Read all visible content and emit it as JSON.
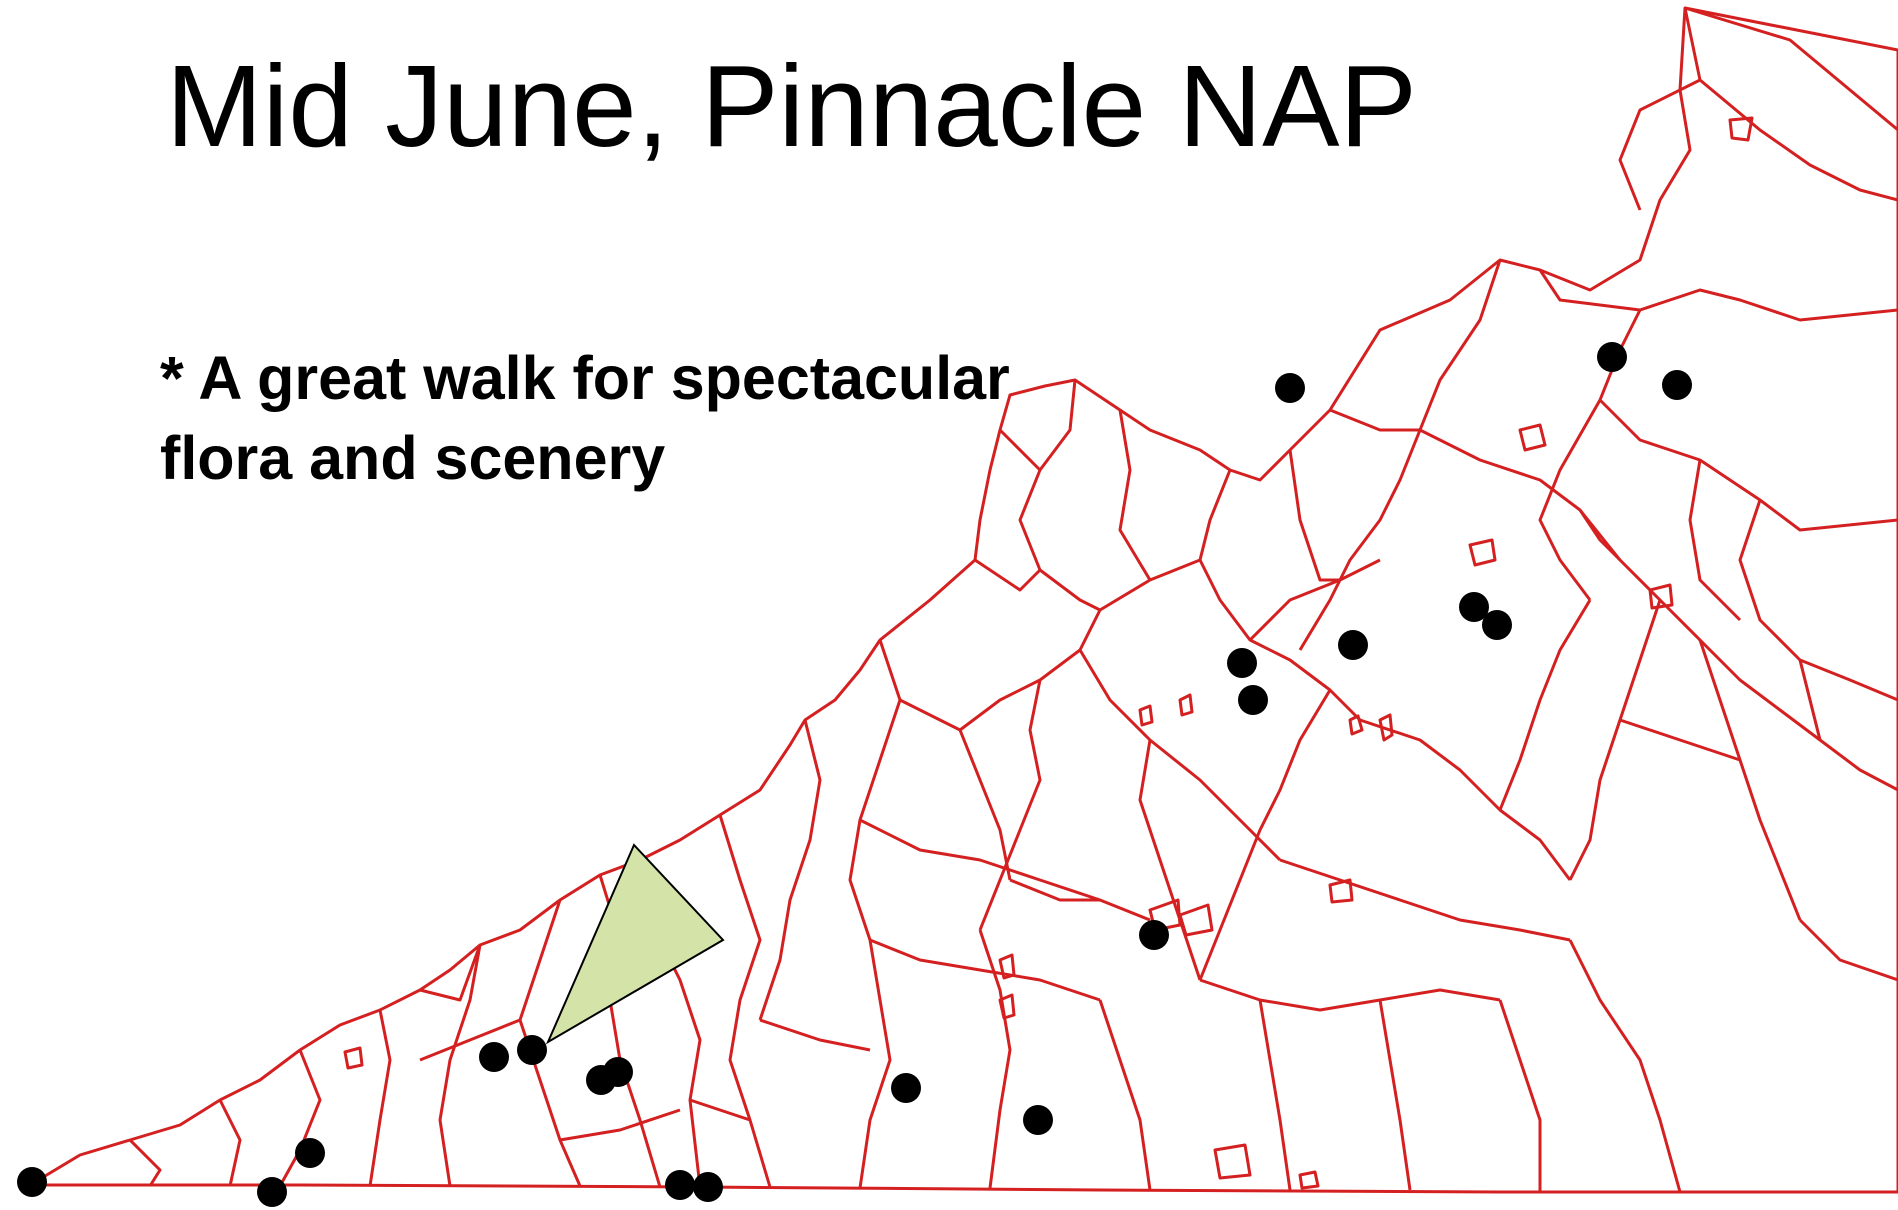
{
  "slide": {
    "title": "Mid June, Pinnacle NAP",
    "bullet_line1": "* A great walk for spectacular",
    "bullet_line2": "flora and scenery"
  },
  "map": {
    "region": "Virginia county map",
    "border_color": "#d42020",
    "marker_color": "#000000",
    "pointer_color": "#d4e4a8"
  }
}
